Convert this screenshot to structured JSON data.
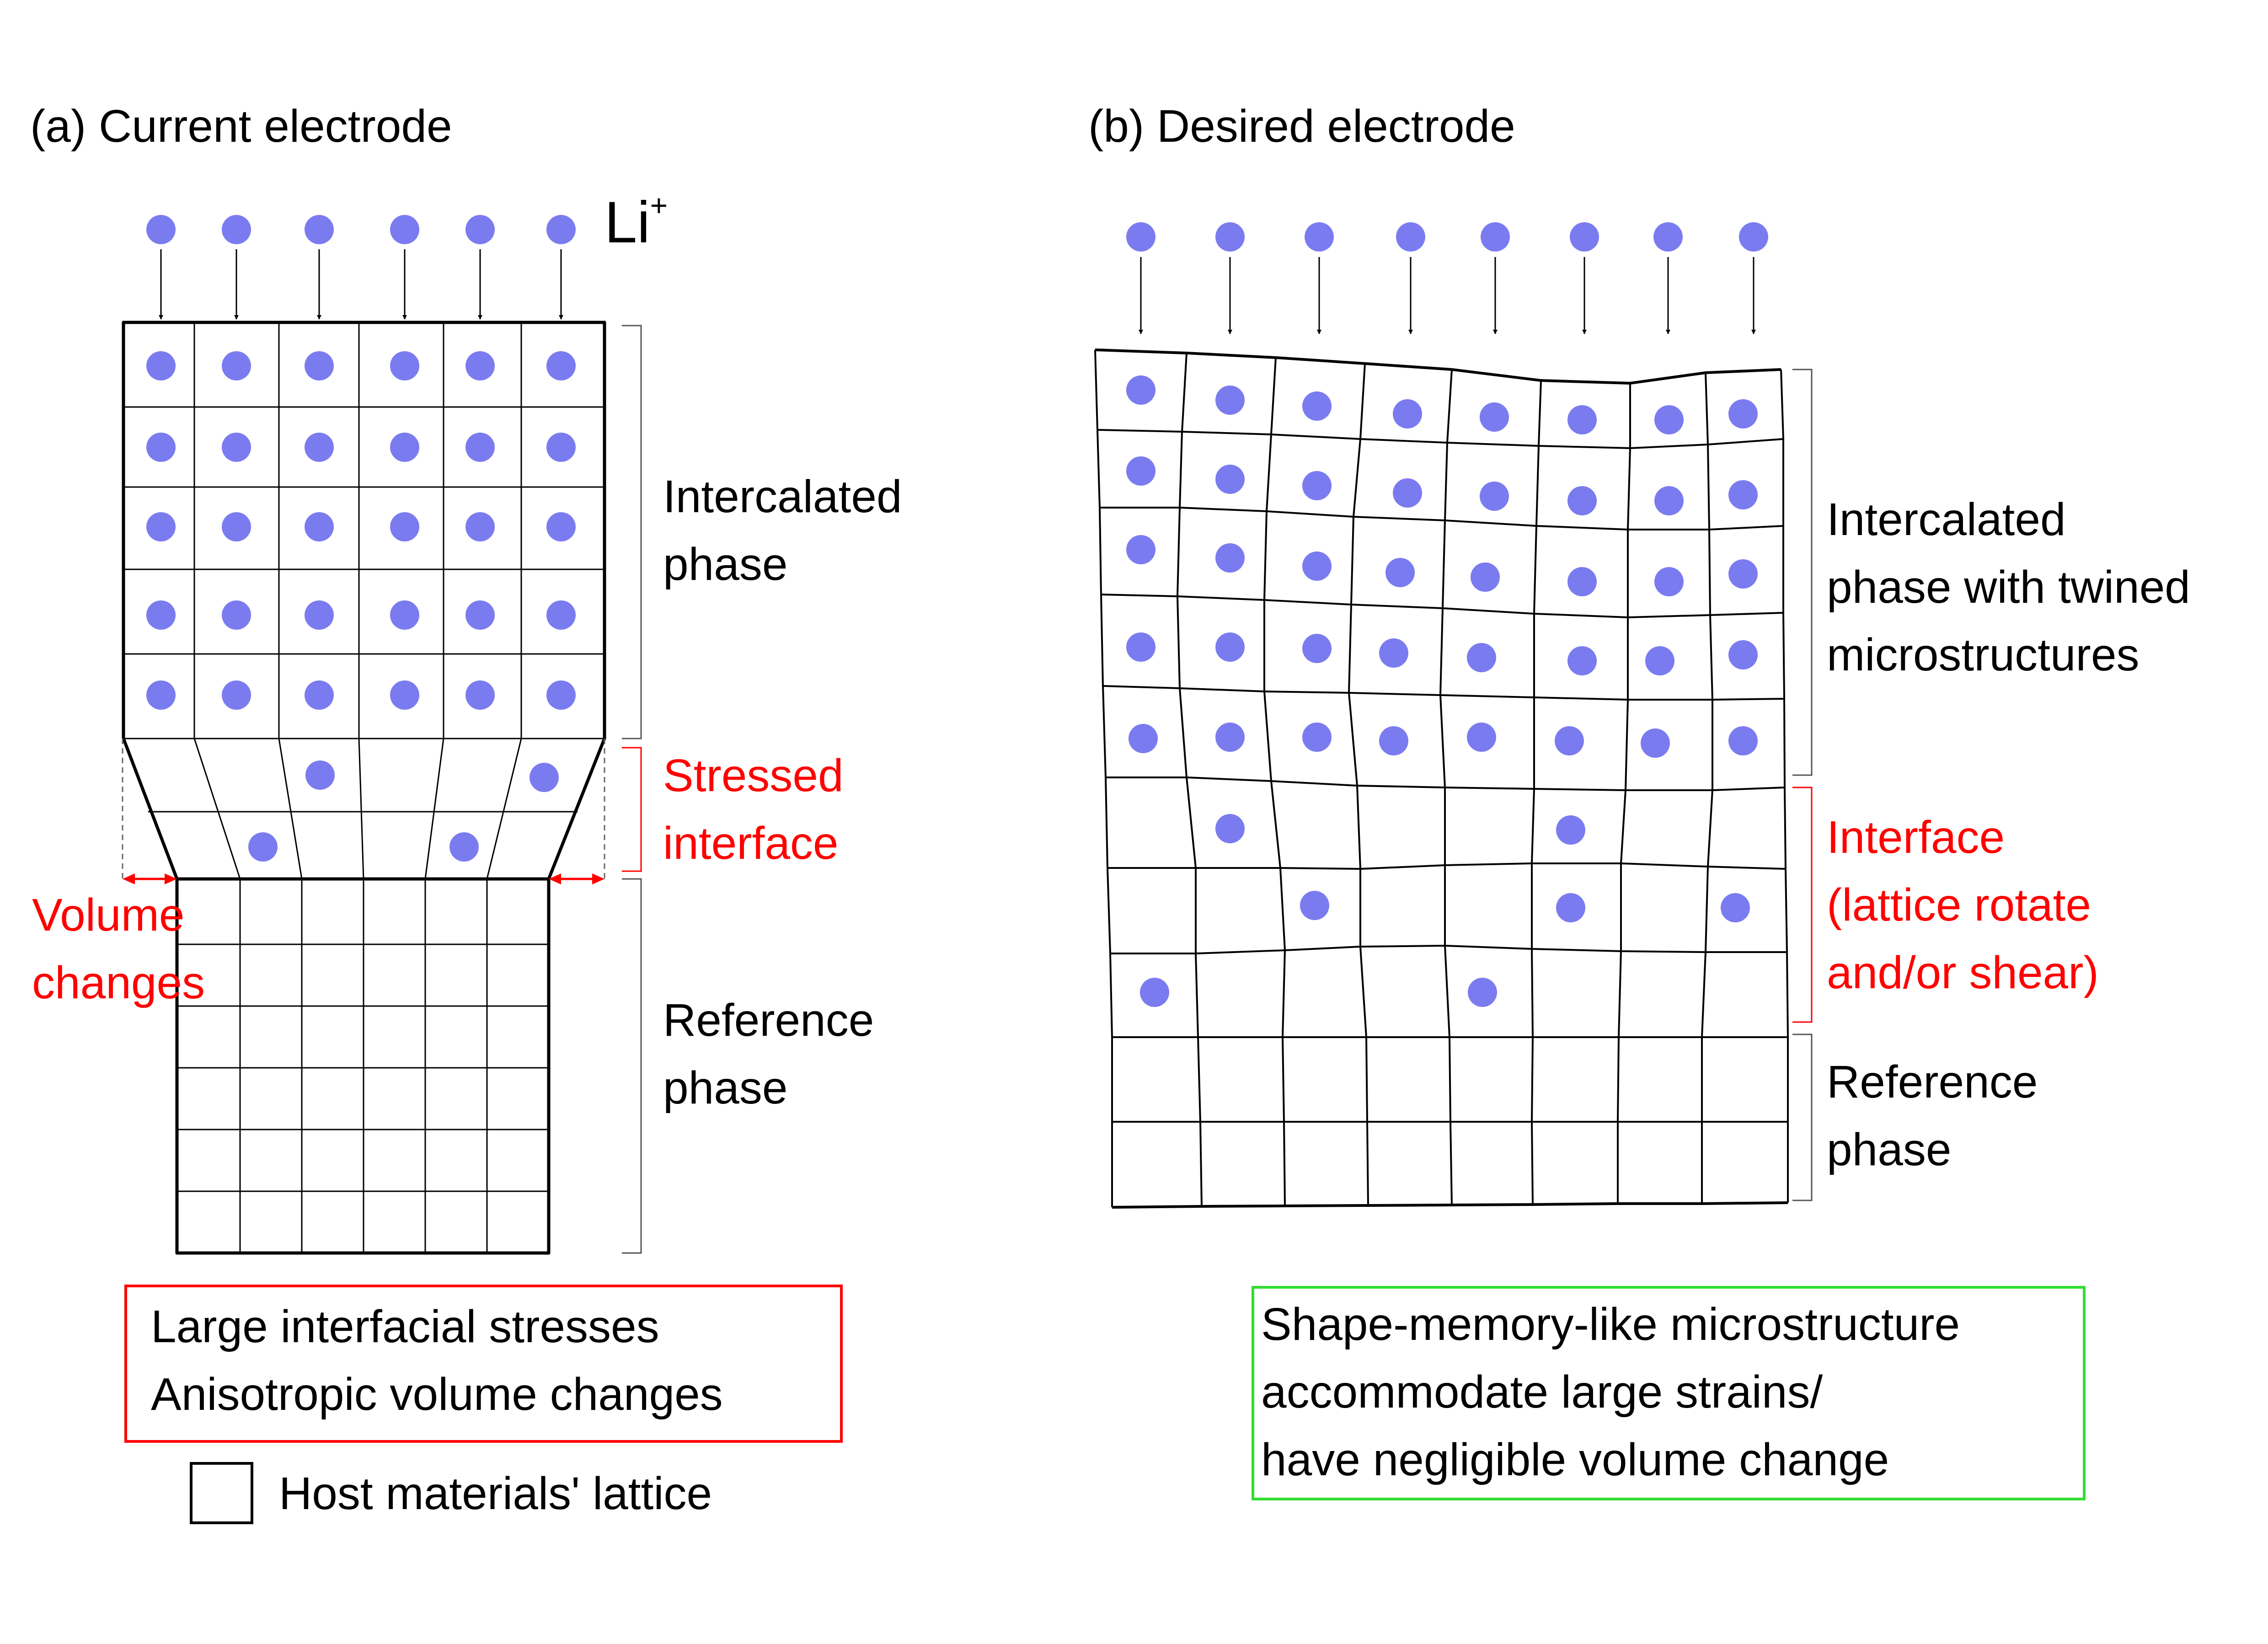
{
  "panel_a": {
    "title": "(a) Current electrode",
    "ion_label": "Li",
    "ion_charge": "+",
    "phases": {
      "intercalated": [
        "Intercalated",
        "phase"
      ],
      "interface": [
        "Stressed",
        "interface"
      ],
      "reference": [
        "Reference",
        "phase"
      ]
    },
    "volume_label": [
      "Volume",
      "changes"
    ],
    "caption": [
      "Large interfacial stresses",
      "Anisotropic volume changes"
    ],
    "legend_label": "Host materials' lattice"
  },
  "panel_b": {
    "title": "(b) Desired electrode",
    "phases": {
      "intercalated": [
        "Intercalated",
        "phase with twined",
        "microstructures"
      ],
      "interface": [
        "Interface",
        "(lattice rotate",
        "and/or shear)"
      ],
      "reference": [
        "Reference",
        "phase"
      ]
    },
    "caption": [
      "Shape-memory-like microstructure",
      "accommodate large strains/",
      "have negligible volume change"
    ]
  },
  "colors": {
    "ion": "#7b7bf0",
    "emphasis": "#ff0000",
    "positive": "#33dd33",
    "line": "#000000",
    "bracket": "#555555"
  }
}
